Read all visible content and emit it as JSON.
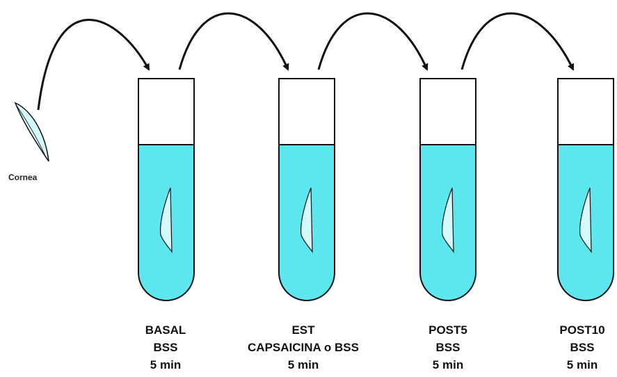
{
  "cornea_label": "Cornea",
  "colors": {
    "liquid": "#5ee6ee",
    "outline": "#111111",
    "cornea_fill": "#d4fafd",
    "arrow": "#111111",
    "text": "#111111"
  },
  "tubes": [
    {
      "lines": [
        "BASAL",
        "BSS",
        "5 min"
      ]
    },
    {
      "lines": [
        "EST",
        "CAPSAICINA o BSS",
        "5 min"
      ]
    },
    {
      "lines": [
        "POST5",
        "BSS",
        "5 min"
      ]
    },
    {
      "lines": [
        "POST10",
        "BSS",
        "5 min"
      ]
    }
  ]
}
